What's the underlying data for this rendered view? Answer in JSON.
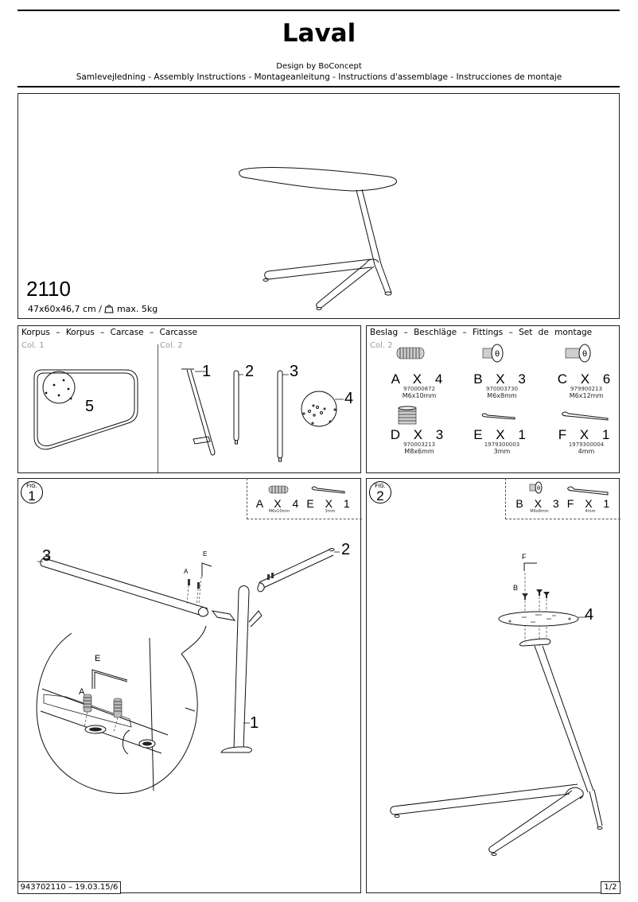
{
  "header": {
    "title": "Laval",
    "designer": "Design by BoConcept",
    "subtitle": "Samlevejledning - Assembly Instructions - Montageanleitung - Instructions d'assemblage - Instrucciones de montaje"
  },
  "overview": {
    "model_number": "2110",
    "dimensions": "47x60x46,7 cm /",
    "max_load_icon": "weight-bag-icon",
    "max_load": "max. 5kg"
  },
  "korpus": {
    "heading": "Korpus  –  Korpus  –  Carcase – Carcasse",
    "col1_label": "Col. 1",
    "col2_label": "Col. 2",
    "parts": [
      {
        "number": "1",
        "name": "upright-leg"
      },
      {
        "number": "2",
        "name": "short-leg"
      },
      {
        "number": "3",
        "name": "long-leg"
      },
      {
        "number": "4",
        "name": "mounting-plate"
      },
      {
        "number": "5",
        "name": "table-top"
      }
    ]
  },
  "fittings": {
    "heading": "Beslag – Beschläge – Fittings – Set de montage",
    "col_label": "Col. 2",
    "items": [
      {
        "code": "A X 4",
        "article": "970000872",
        "size": "M6x10mm",
        "icon": "grub-screw-icon"
      },
      {
        "code": "B X 3",
        "article": "970003730",
        "size": "M6x8mm",
        "icon": "countersunk-screw-icon"
      },
      {
        "code": "C X 6",
        "article": "979900213",
        "size": "M6x12mm",
        "icon": "countersunk-screw-icon"
      },
      {
        "code": "D X 3",
        "article": "970003213",
        "size": "M8x6mm",
        "icon": "threaded-insert-icon"
      },
      {
        "code": "E X 1",
        "article": "1979300003",
        "size": "3mm",
        "icon": "allen-key-icon"
      },
      {
        "code": "F X 1",
        "article": "1979300004",
        "size": "4mm",
        "icon": "allen-key-icon"
      }
    ]
  },
  "fig1": {
    "fig_label": "FIG.",
    "fig_number": "1",
    "needed": [
      {
        "code": "A X 4",
        "size": "M6x10mm"
      },
      {
        "code": "E X 1",
        "size": "3mm"
      }
    ],
    "callouts": {
      "part3": "3",
      "part2": "2",
      "part1": "1",
      "a": "A",
      "e": "E",
      "zoom_a": "A",
      "zoom_e": "E"
    }
  },
  "fig2": {
    "fig_label": "FIG.",
    "fig_number": "2",
    "needed": [
      {
        "code": "B X 3",
        "size": "M6x8mm"
      },
      {
        "code": "F X 1",
        "size": "4mm"
      }
    ],
    "callouts": {
      "part4": "4",
      "b": "B",
      "f": "F"
    }
  },
  "footer": {
    "reference": "943702110  –  19.03.15/6",
    "page": "1/2"
  }
}
